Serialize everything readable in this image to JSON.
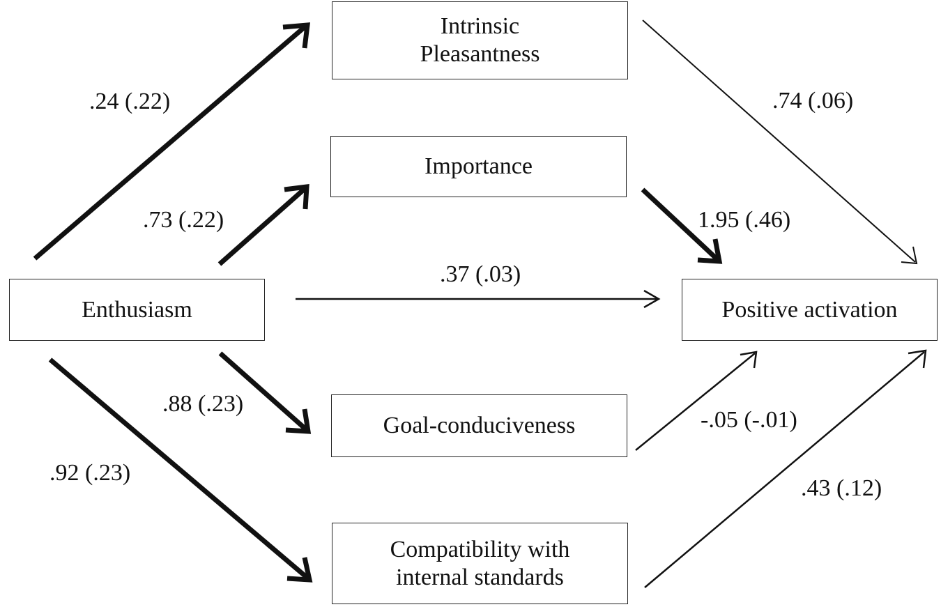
{
  "nodes": {
    "intrinsic_pleasantness": {
      "line1": "Intrinsic",
      "line2": "Pleasantness"
    },
    "importance": {
      "label": "Importance"
    },
    "enthusiasm": {
      "label": "Enthusiasm"
    },
    "positive_activation": {
      "label": "Positive activation"
    },
    "goal_conduciveness": {
      "label": "Goal-conduciveness"
    },
    "compatibility": {
      "line1": "Compatibility with",
      "line2": "internal standards"
    }
  },
  "paths": [
    {
      "from": "Enthusiasm",
      "to": "Intrinsic Pleasantness",
      "label": ".24 (.22)",
      "weight": "bold"
    },
    {
      "from": "Enthusiasm",
      "to": "Importance",
      "label": ".73 (.22)",
      "weight": "bold"
    },
    {
      "from": "Enthusiasm",
      "to": "Positive activation",
      "label": ".37 (.03)",
      "weight": "thin"
    },
    {
      "from": "Enthusiasm",
      "to": "Goal-conduciveness",
      "label": ".88 (.23)",
      "weight": "bold"
    },
    {
      "from": "Enthusiasm",
      "to": "Compatibility with internal standards",
      "label": ".92 (.23)",
      "weight": "bold"
    },
    {
      "from": "Intrinsic Pleasantness",
      "to": "Positive activation",
      "label": ".74 (.06)",
      "weight": "thin"
    },
    {
      "from": "Importance",
      "to": "Positive activation",
      "label": "1.95 (.46)",
      "weight": "bold"
    },
    {
      "from": "Goal-conduciveness",
      "to": "Positive activation",
      "label": "-.05 (-.01)",
      "weight": "thin"
    },
    {
      "from": "Compatibility with internal standards",
      "to": "Positive activation",
      "label": ".43 (.12)",
      "weight": "thin"
    }
  ]
}
